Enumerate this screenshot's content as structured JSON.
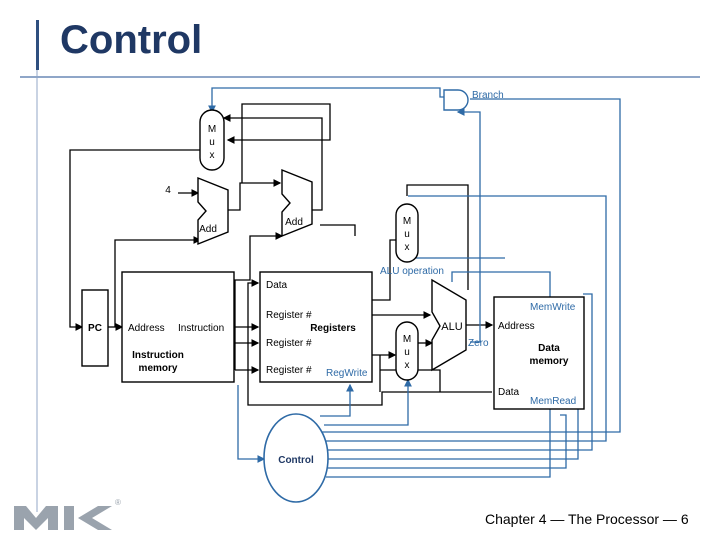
{
  "slide": {
    "title": "Control",
    "footer": "Chapter 4 — The Processor — 6"
  },
  "diagram": {
    "branch": "Branch",
    "mux_letters": [
      "M",
      "u",
      "x"
    ],
    "const_four": "4",
    "add1": "Add",
    "add2": "Add",
    "pc": "PC",
    "im_address": "Address",
    "im_instruction": "Instruction",
    "im_title_1": "Instruction",
    "im_title_2": "memory",
    "rf_data": "Data",
    "rf_reg1": "Register #",
    "rf_reg2": "Register #",
    "rf_reg3": "Register #",
    "rf_title": "Registers",
    "rf_regwrite": "RegWrite",
    "alu_operation": "ALU operation",
    "alu": "ALU",
    "zero": "Zero",
    "dm_memwrite": "MemWrite",
    "dm_address": "Address",
    "dm_title_1": "Data",
    "dm_title_2": "memory",
    "dm_data": "Data",
    "dm_memread": "MemRead",
    "control": "Control"
  },
  "colors": {
    "title": "#1f3864",
    "datapath_line": "#000000",
    "control_line": "#2e6aa6",
    "unit_fill": "#ffffff"
  },
  "logo": {
    "text": "MK",
    "registered": "®"
  }
}
